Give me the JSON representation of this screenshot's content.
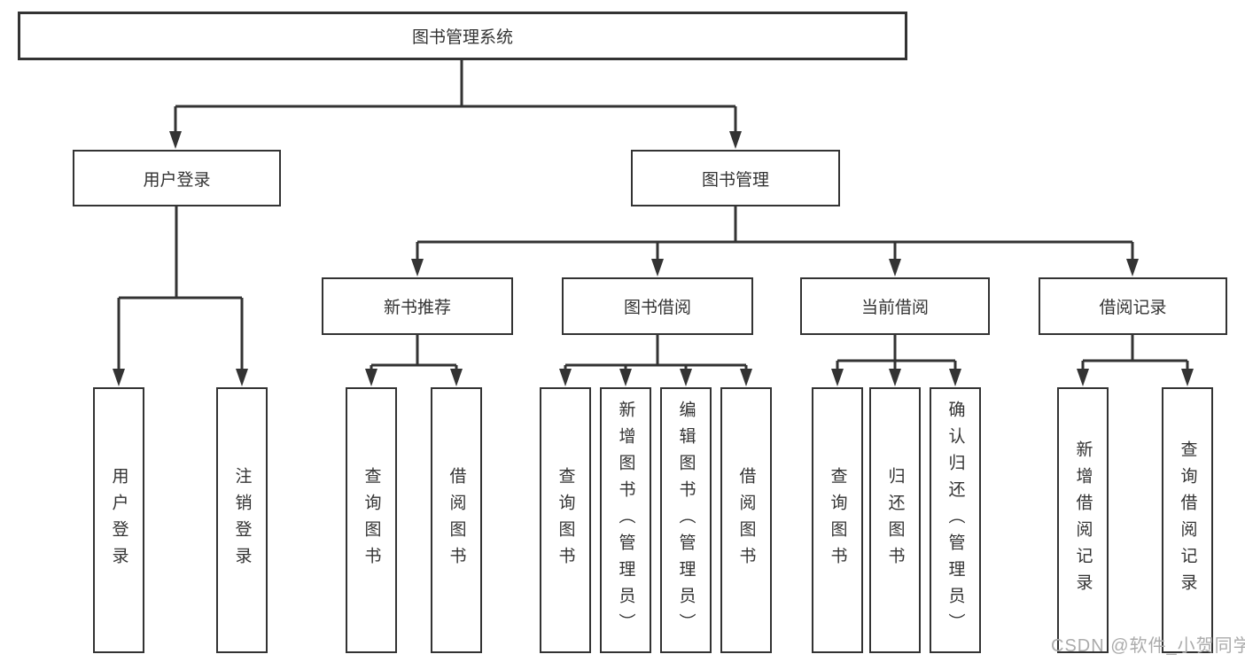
{
  "nodes": {
    "root": "图书管理系统",
    "user_login": "用户登录",
    "book_management": "图书管理",
    "new_book_recommend": "新书推荐",
    "book_borrow": "图书借阅",
    "current_borrow": "当前借阅",
    "borrow_records": "借阅记录",
    "leaf_user_login": "用户登录",
    "leaf_logout_login": "注销登录",
    "leaf_query_book_recommend": "查询图书",
    "leaf_borrow_book_recommend": "借阅图书",
    "leaf_query_book_borrow": "查询图书",
    "leaf_add_book_admin": "新增图书（管理员）",
    "leaf_edit_book_admin": "编辑图书（管理员）",
    "leaf_borrow_book_borrow": "借阅图书",
    "leaf_query_book_current": "查询图书",
    "leaf_return_book": "归还图书",
    "leaf_confirm_return_admin": "确认归还（管理员）",
    "leaf_add_borrow_record": "新增借阅记录",
    "leaf_query_borrow_record": "查询借阅记录"
  },
  "watermark": "CSDN @软件_小贺同学",
  "colors": {
    "line": "#333333",
    "text": "#333333",
    "box_background": "#ffffff",
    "watermark": "#ababab",
    "background": "#ffffff"
  }
}
